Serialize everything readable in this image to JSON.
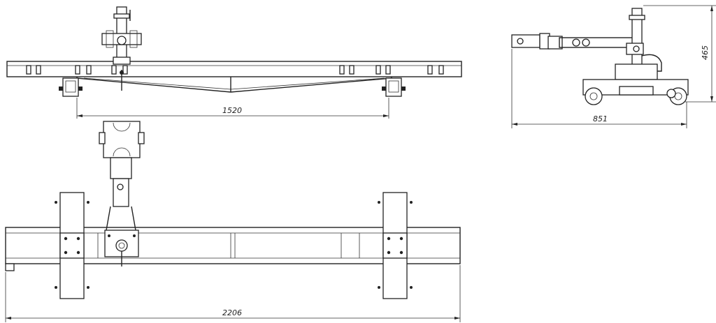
{
  "dimensions": {
    "top_view_span": "1520",
    "plan_view_length": "2206",
    "side_view_width": "851",
    "side_view_height": "465"
  }
}
